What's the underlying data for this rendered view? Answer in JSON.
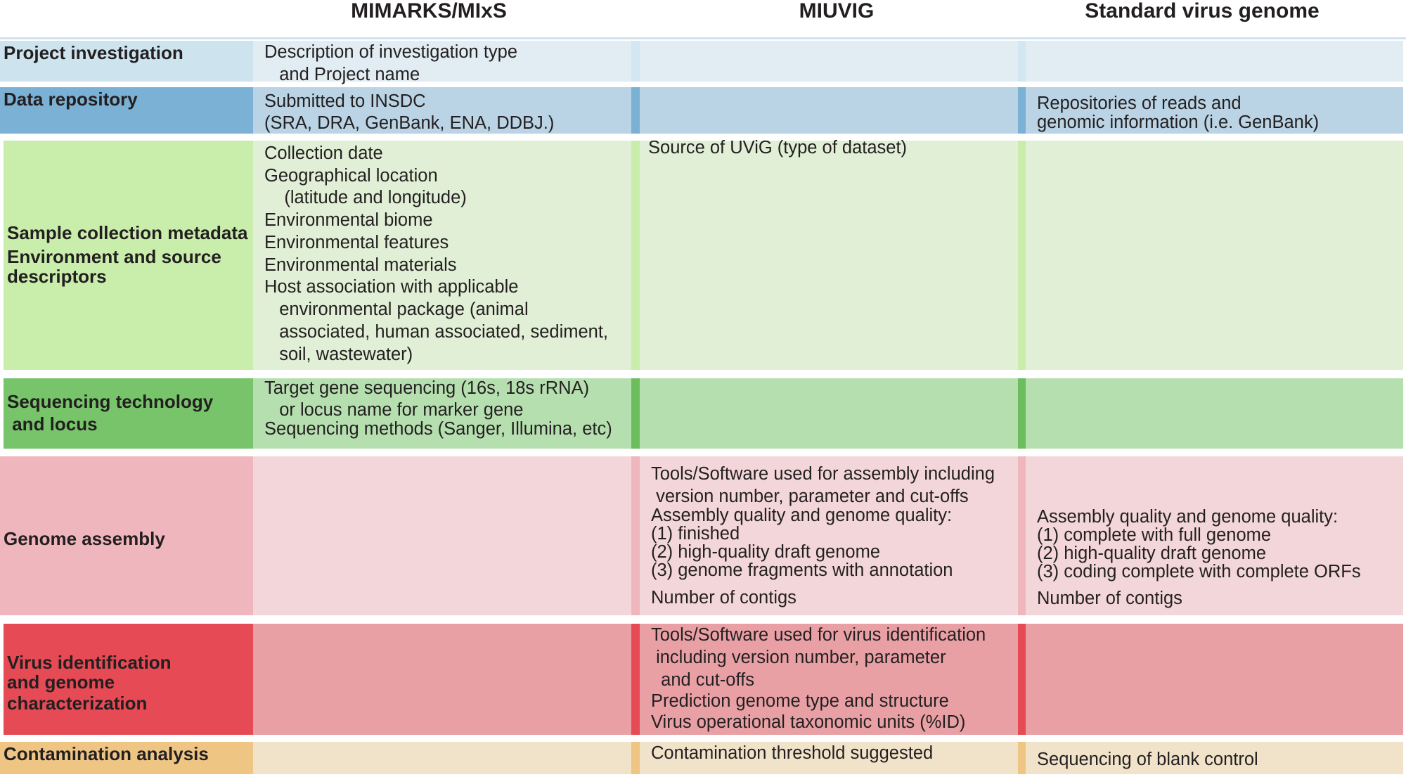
{
  "headers": [
    "MIMARKS/MIxS",
    "MIUVIG",
    "Standard virus genome"
  ],
  "rows": [
    {
      "label": [
        "Project investigation"
      ],
      "col1": [
        "Description of investigation type",
        "   and Project name"
      ],
      "col2": [],
      "col3": [],
      "colors": {
        "label": "#cde4ef",
        "col": "#e1ecf3",
        "sep": "#d2e7f1"
      }
    },
    {
      "label": [
        "Data repository"
      ],
      "col1": [
        "Submitted to INSDC",
        "(SRA, DRA, GenBank, ENA, DDBJ.)"
      ],
      "col2": [],
      "col3": [
        "Repositories of reads and",
        "genomic information (i.e. GenBank)"
      ],
      "colors": {
        "label": "#7bb1d4",
        "col": "#bad4e5",
        "sep": "#7bb1d4"
      }
    },
    {
      "label": [
        "Sample collection metadata",
        "Environment and source",
        "descriptors"
      ],
      "col1": [
        "Collection date",
        "Geographical location",
        "    (latitude and longitude)",
        "Environmental biome",
        "Environmental features",
        "Environmental materials",
        "Host association with applicable",
        "   environmental package (animal",
        "   associated, human associated, sediment,",
        "   soil, wastewater)"
      ],
      "col2": [
        "Source of UViG (type of dataset)"
      ],
      "col3": [],
      "colors": {
        "label": "#c9edab",
        "col": "#e0efd5",
        "sep": "#c9edab"
      }
    },
    {
      "label": [
        "Sequencing technology",
        " and locus"
      ],
      "col1": [
        "Target gene sequencing (16s, 18s rRNA)",
        "   or locus name for marker gene",
        "Sequencing methods (Sanger, Illumina, etc)"
      ],
      "col2": [],
      "col3": [],
      "colors": {
        "label": "#77c46a",
        "col": "#b6dfb0",
        "sep": "#6cbd5e"
      }
    },
    {
      "label": [
        "Genome assembly"
      ],
      "col1": [],
      "col2": [
        "Tools/Software used for assembly including",
        " version number, parameter and cut-offs",
        "Assembly quality and genome quality:",
        "(1) finished",
        "(2) high-quality draft genome",
        "(3) genome fragments with annotation",
        "Number of contigs"
      ],
      "col3": [
        "Assembly quality and genome quality:",
        "(1) complete with full genome",
        "(2) high-quality draft genome",
        "(3) coding complete with complete ORFs",
        "Number of contigs"
      ],
      "colors": {
        "label": "#efb7bd",
        "col": "#f3d6d9",
        "sep": "#efb7bd"
      }
    },
    {
      "label": [
        "Virus identification",
        "and genome",
        "characterization"
      ],
      "col1": [],
      "col2": [
        "Tools/Software used for virus identification",
        " including version number, parameter",
        "  and cut-offs",
        "Prediction genome type and structure",
        "Virus operational taxonomic units (%ID)"
      ],
      "col3": [],
      "colors": {
        "label": "#e64a55",
        "col": "#e8a0a5",
        "sep": "#e64a55"
      }
    },
    {
      "label": [
        "Contamination analysis"
      ],
      "col1": [],
      "col2": [
        "Contamination threshold suggested"
      ],
      "col3": [
        "Sequencing of blank control"
      ],
      "colors": {
        "label": "#efc584",
        "col": "#f1e3c9",
        "sep": "#efc584"
      }
    }
  ]
}
